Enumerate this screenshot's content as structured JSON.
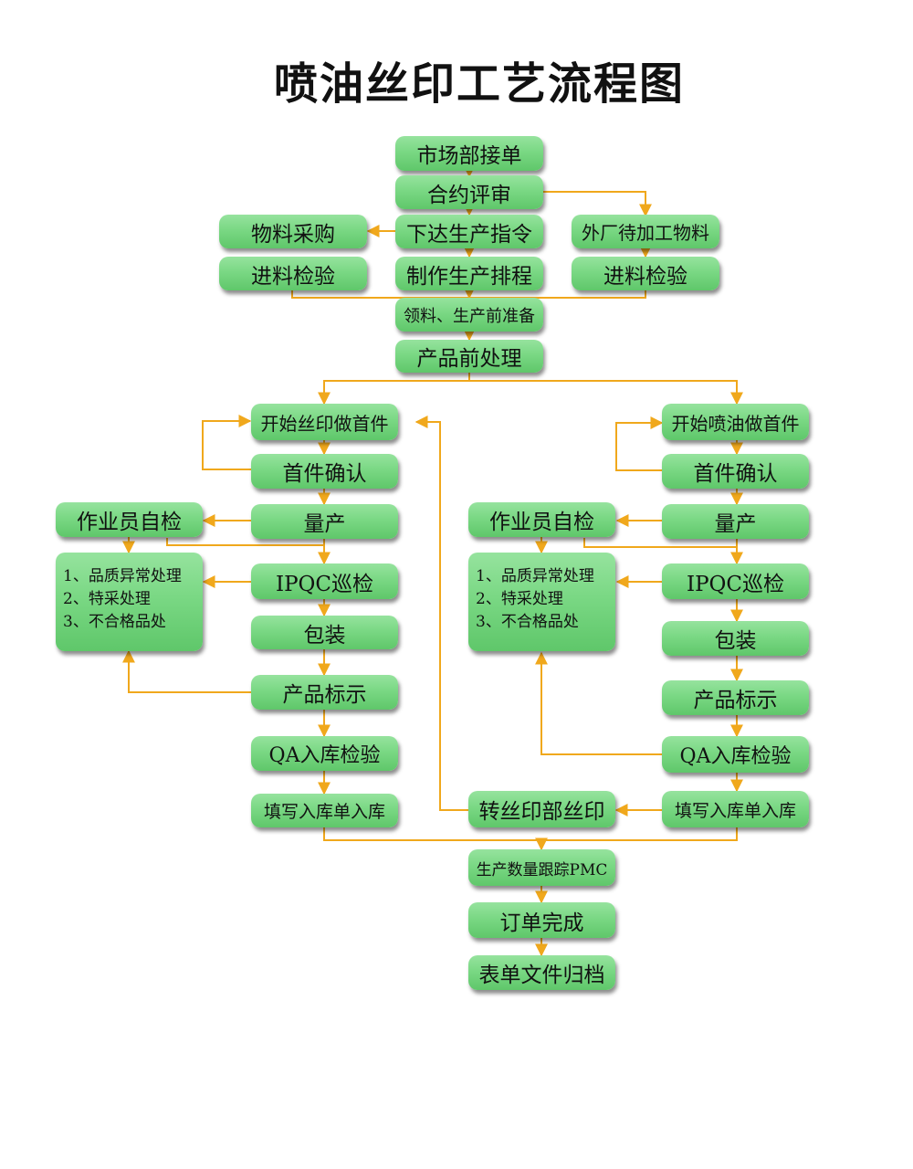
{
  "title": "喷油丝印工艺流程图",
  "nodes": {
    "n1": "市场部接单",
    "n2": "合约评审",
    "n3": "下达生产指令",
    "n4": "物料采购",
    "n5": "外厂待加工物料",
    "n6": "进料检验",
    "n7": "制作生产排程",
    "n8": "进料检验",
    "n9": "领料、生产前准备",
    "n10": "产品前处理",
    "L1": "开始丝印做首件",
    "L2": "首件确认",
    "L3": "量产",
    "L4": "作业员自检",
    "L5": [
      "1、品质异常处理",
      "2、特采处理",
      "3、不合格品处"
    ],
    "L6": "IPQC巡检",
    "L7": "包装",
    "L8": "产品标示",
    "L9": "QA入库检验",
    "L10": "填写入库单入库",
    "R1": "开始喷油做首件",
    "R2": "首件确认",
    "R3": "量产",
    "R4": "作业员自检",
    "R5": [
      "1、品质异常处理",
      "2、特采处理",
      "3、不合格品处"
    ],
    "R6": "IPQC巡检",
    "R7": "包装",
    "R8": "产品标示",
    "R9": "QA入库检验",
    "R10": "填写入库单入库",
    "R11": "转丝印部丝印",
    "b1": "生产数量跟踪PMC",
    "b2": "订单完成",
    "b3": "表单文件归档"
  },
  "colors": {
    "box": "#7ad884",
    "arrow": "#f0a81c"
  }
}
